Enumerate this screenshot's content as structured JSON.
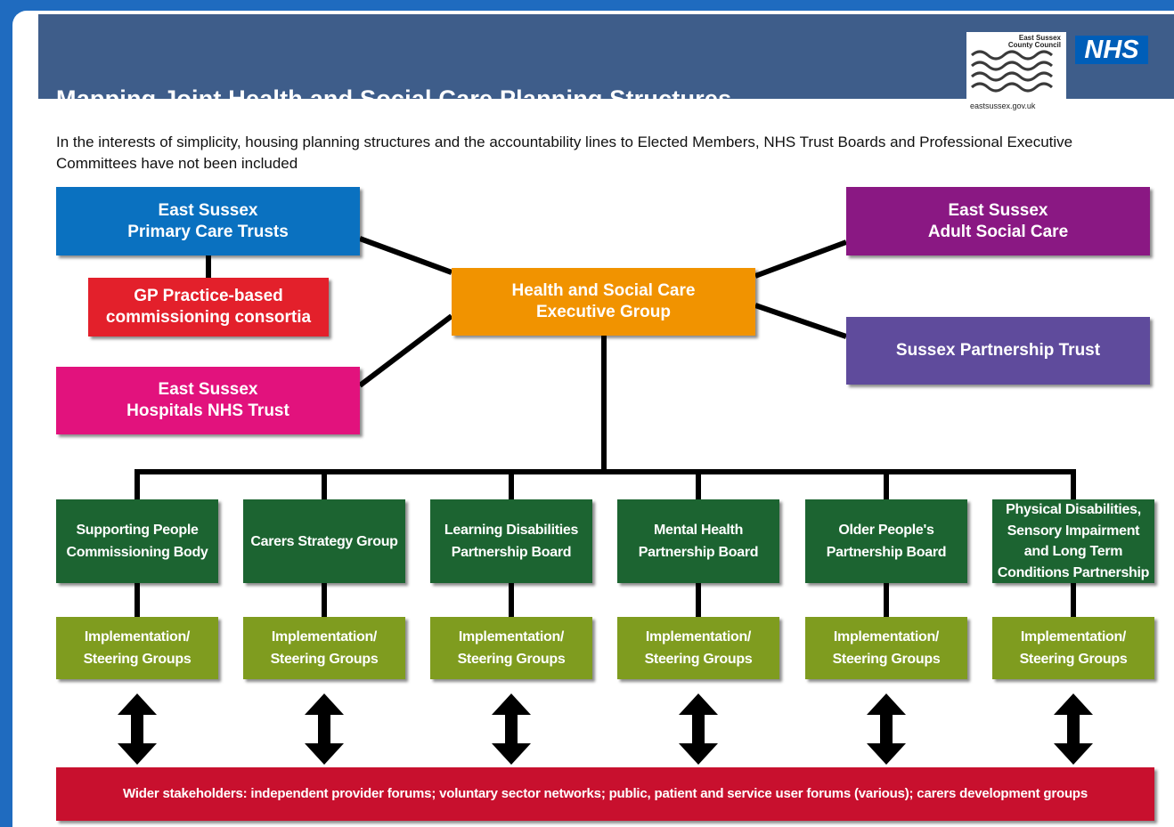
{
  "title": "Mapping Joint Health and Social Care Planning Structures",
  "intro": "In the interests of simplicity, housing planning structures and the accountability lines to Elected Members, NHS Trust Boards and Professional Executive Committees have not been included",
  "logos": {
    "escc_name": "East Sussex County Council",
    "escc_url": "eastsussex.gov.uk",
    "nhs": "NHS"
  },
  "colors": {
    "header": "#3e5d8a",
    "pct": "#0a71c0",
    "gp": "#e3202b",
    "hospitals": "#e2127d",
    "executive": "#f19300",
    "adult_social_care": "#8a1883",
    "partnership_trust": "#5f4b9c",
    "board": "#1c6431",
    "steering": "#7f9c1f",
    "stakeholders": "#c8102e"
  },
  "nodes": {
    "pct": "East Sussex\nPrimary Care Trusts",
    "gp": "GP Practice-based\ncommissioning consortia",
    "hospitals": "East Sussex\nHospitals NHS Trust",
    "executive": "Health and Social Care\nExecutive Group",
    "adult_social_care": "East Sussex\nAdult Social Care",
    "partnership_trust": "Sussex Partnership Trust"
  },
  "boards": [
    "Supporting People\nCommissioning Body",
    "Carers Strategy Group",
    "Learning Disabilities\nPartnership Board",
    "Mental Health\nPartnership Board",
    "Older People's\nPartnership Board",
    "Physical Disabilities,\nSensory Impairment\nand Long Term\nConditions Partnership"
  ],
  "steering": [
    "Implementation/\nSteering Groups",
    "Implementation/\nSteering Groups",
    "Implementation/\nSteering Groups",
    "Implementation/\nSteering Groups",
    "Implementation/\nSteering Groups",
    "Implementation/\nSteering Groups"
  ],
  "stakeholders": "Wider stakeholders: independent provider forums; voluntary sector networks; public, patient and service user forums (various); carers development groups"
}
